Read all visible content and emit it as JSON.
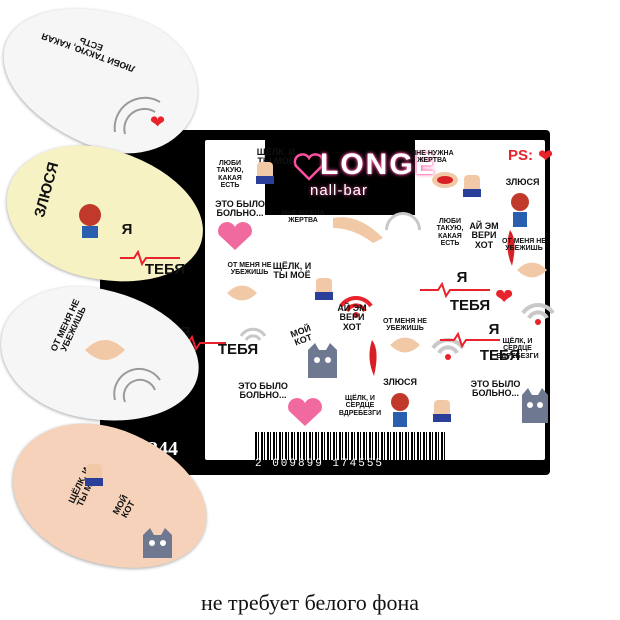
{
  "logo": {
    "brand": "LONGE",
    "sub": "nall-bar"
  },
  "product_code": "W1244",
  "barcode_number": "2 009899 174555",
  "caption": "не требует белого фона",
  "labels": {
    "love_such": "ЛЮБИ ТАКУЮ, КАКАЯ ЕСТЬ",
    "angry": "ЗЛЮСЯ",
    "me": "Я",
    "you": "ТЕБЯ",
    "wont_escape": "ОТ МЕНЯ НЕ УБЕЖИШЬ",
    "click_yours": "ЩЁЛК, И ТЫ МОЁ",
    "it_hurt": "ЭТО БЫЛО БОЛЬНО...",
    "need_victim": "МНЕ НУЖНА ЖЕРТВА",
    "i_am_hot": "АЙ ЭМ ВЕРИ ХОТ",
    "ps": "PS:",
    "click_heart": "ЩЁЛК, И СЕРДЦЕ ВДРЕБЕЗГИ",
    "moi_kot": "МОЙ КОТ"
  },
  "colors": {
    "sheet": "#000000",
    "accent_red": "#e8232b",
    "neon_pink": "#ff4fa0",
    "nail_white": "#f6f6f6",
    "nail_yellow": "#f7f2c4",
    "nail_peach": "#f6d2ba"
  },
  "icons": [
    "heart-icon",
    "wifi-icon",
    "chili-icon",
    "cat-icon",
    "hand-icon",
    "heartbeat-icon"
  ]
}
